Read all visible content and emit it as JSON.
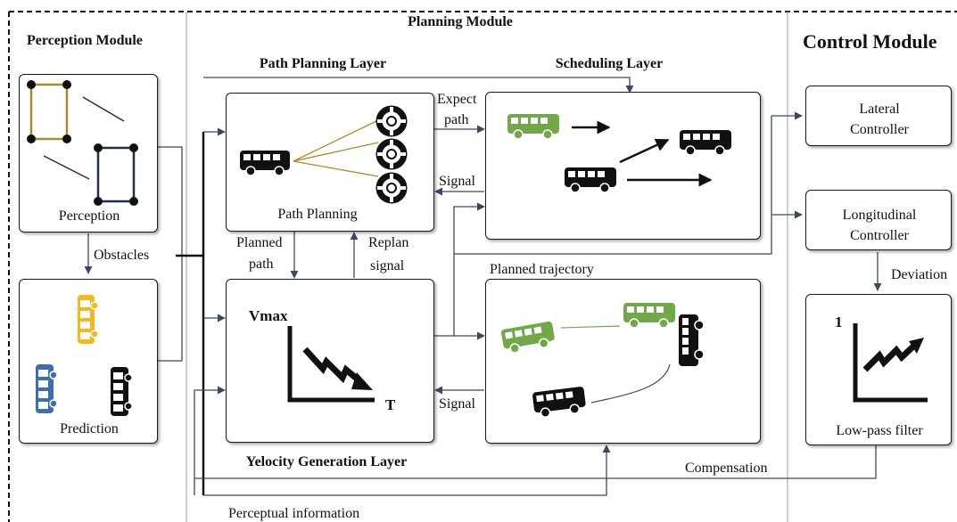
{
  "modules": {
    "perception": "Perception Module",
    "planning": "Planning Module",
    "control": "Control Module"
  },
  "layers": {
    "path_planning": "Path Planning Layer",
    "scheduling": "Scheduling Layer",
    "velocity_generation": "Yelocity Generation Layer"
  },
  "boxes": {
    "perception": "Perception",
    "prediction": "Prediction",
    "path_planning": "Path Planning",
    "lateral_line1": "Lateral",
    "lateral_line2": "Controller",
    "longitudinal_line1": "Longitudinal",
    "longitudinal_line2": "Controller",
    "low_pass_filter": "Low-pass filter"
  },
  "labels": {
    "obstacles": "Obstacles",
    "expect_path_line1": "Expect",
    "expect_path_line2": "path",
    "signal_top": "Signal",
    "signal_bottom": "Signal",
    "planned_path_line1": "Planned",
    "planned_path_line2": "path",
    "replan_signal_line1": "Replan",
    "replan_signal_line2": "signal",
    "planned_trajectory": "Planned trajectory",
    "deviation": "Deviation",
    "compensation": "Compensation",
    "perceptual_information": "Perceptual information"
  },
  "chart_labels": {
    "vmax": "Vmax",
    "t_axis": "T",
    "filter_one": "1"
  },
  "colors": {
    "line": "#3a4a5c",
    "bus_green": "#72a84a",
    "bus_yellow": "#f2b81d",
    "bus_blue": "#3d6fb0",
    "bus_black": "#111111",
    "path_gold": "#a88a2a",
    "obstacle_navy": "#1f3045"
  },
  "icons": [
    "bus-icon",
    "lifebuoy-icon",
    "obstacle-rect-icon",
    "trend-down-icon",
    "trend-up-icon",
    "arrow-icon"
  ]
}
